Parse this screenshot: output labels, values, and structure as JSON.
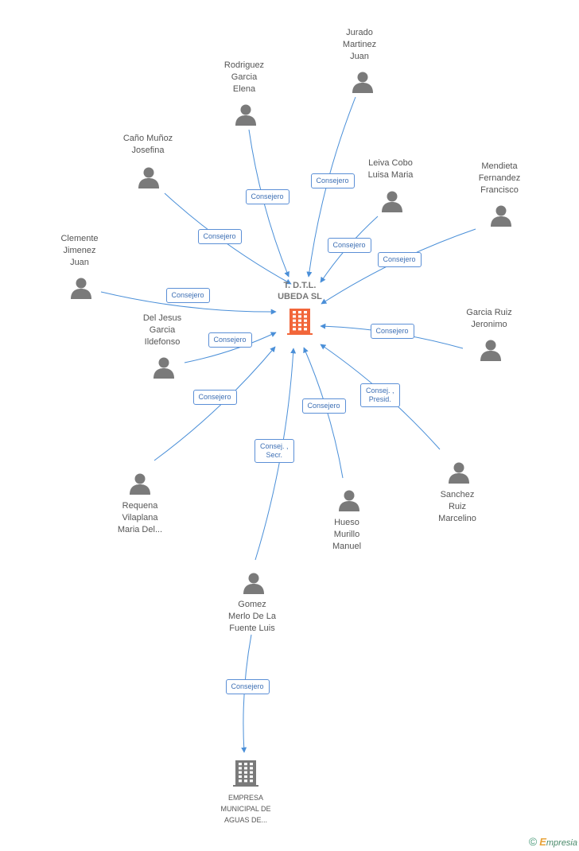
{
  "colors": {
    "edge": "#4a8fd8",
    "person": "#7a7a7a",
    "company_center": "#f2663a",
    "company_other": "#7a7a7a",
    "badge_border": "#5b8fd6"
  },
  "center_company": {
    "name": [
      "T. D.T.L.",
      "UBEDA SL"
    ],
    "icon": "building-icon"
  },
  "people": [
    {
      "id": "jurado",
      "name": [
        "Jurado",
        "Martinez",
        "Juan"
      ],
      "icon": "person-icon"
    },
    {
      "id": "rodriguez",
      "name": [
        "Rodriguez",
        "Garcia",
        "Elena"
      ],
      "icon": "person-icon"
    },
    {
      "id": "cano",
      "name": [
        "Caño Muñoz",
        "Josefina"
      ],
      "icon": "person-icon"
    },
    {
      "id": "leiva",
      "name": [
        "Leiva Cobo",
        "Luisa Maria"
      ],
      "icon": "person-icon"
    },
    {
      "id": "mendieta",
      "name": [
        "Mendieta",
        "Fernandez",
        "Francisco"
      ],
      "icon": "person-icon"
    },
    {
      "id": "clemente",
      "name": [
        "Clemente",
        "Jimenez",
        "Juan"
      ],
      "icon": "person-icon"
    },
    {
      "id": "garcia_ruiz",
      "name": [
        "Garcia Ruiz",
        "Jeronimo"
      ],
      "icon": "person-icon"
    },
    {
      "id": "deljesus",
      "name": [
        "Del Jesus",
        "Garcia",
        "Ildefonso"
      ],
      "icon": "person-icon"
    },
    {
      "id": "requena",
      "name": [
        "Requena",
        "Vilaplana",
        "Maria Del..."
      ],
      "icon": "person-icon"
    },
    {
      "id": "sanchez",
      "name": [
        "Sanchez",
        "Ruiz",
        "Marcelino"
      ],
      "icon": "person-icon"
    },
    {
      "id": "hueso",
      "name": [
        "Hueso",
        "Murillo",
        "Manuel"
      ],
      "icon": "person-icon"
    },
    {
      "id": "gomez",
      "name": [
        "Gomez",
        "Merlo De La",
        "Fuente Luis"
      ],
      "icon": "person-icon"
    }
  ],
  "other_company": {
    "name": [
      "EMPRESA",
      "MUNICIPAL DE",
      "AGUAS DE..."
    ],
    "icon": "building-icon"
  },
  "relations": [
    {
      "from": "jurado",
      "role": [
        "Consejero"
      ]
    },
    {
      "from": "rodriguez",
      "role": [
        "Consejero"
      ]
    },
    {
      "from": "cano",
      "role": [
        "Consejero"
      ]
    },
    {
      "from": "leiva",
      "role": [
        "Consejero"
      ]
    },
    {
      "from": "mendieta",
      "role": [
        "Consejero"
      ]
    },
    {
      "from": "clemente",
      "role": [
        "Consejero"
      ]
    },
    {
      "from": "garcia_ruiz",
      "role": [
        "Consejero"
      ]
    },
    {
      "from": "deljesus",
      "role": [
        "Consejero"
      ]
    },
    {
      "from": "requena",
      "role": [
        "Consejero"
      ]
    },
    {
      "from": "sanchez",
      "role": [
        "Consej. ,",
        "Presid."
      ]
    },
    {
      "from": "hueso",
      "role": [
        "Consejero"
      ]
    },
    {
      "from": "gomez",
      "role": [
        "Consej. ,",
        "Secr."
      ]
    },
    {
      "from": "gomez",
      "to": "other_company",
      "role": [
        "Consejero"
      ]
    }
  ],
  "footer": {
    "copyright": "©",
    "brand_first": "E",
    "brand_rest": "mpresia"
  }
}
